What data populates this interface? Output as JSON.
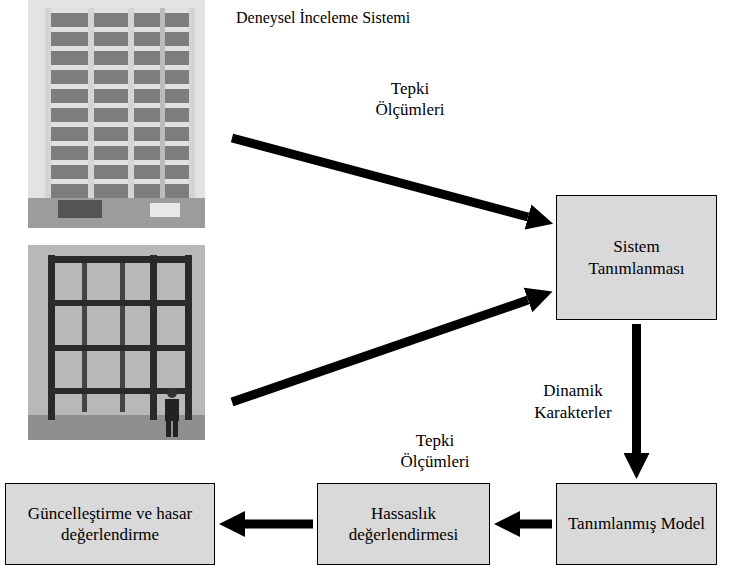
{
  "diagram": {
    "title": "Deneysel İnceleme Sistemi",
    "nodes": [
      {
        "text": [
          "Sistem Tanımlanması"
        ]
      },
      {
        "text": [
          "Tanımlanmış Model"
        ]
      },
      {
        "text": [
          "Hassaslık değerlendirmesi"
        ]
      },
      {
        "text": [
          "Güncelleştirme ve hasar değerlendirme"
        ]
      }
    ],
    "edges": [
      {
        "from": 0,
        "to": 1,
        "label": "Dinamik Karakterler",
        "arrow": "to"
      },
      {
        "from": 1,
        "to": 2,
        "arrow": "to"
      },
      {
        "from": 2,
        "to": 3,
        "arrow": "to"
      }
    ],
    "labels": [
      "Tepki Ölçümleri",
      "Tepki Ölçümleri"
    ]
  }
}
